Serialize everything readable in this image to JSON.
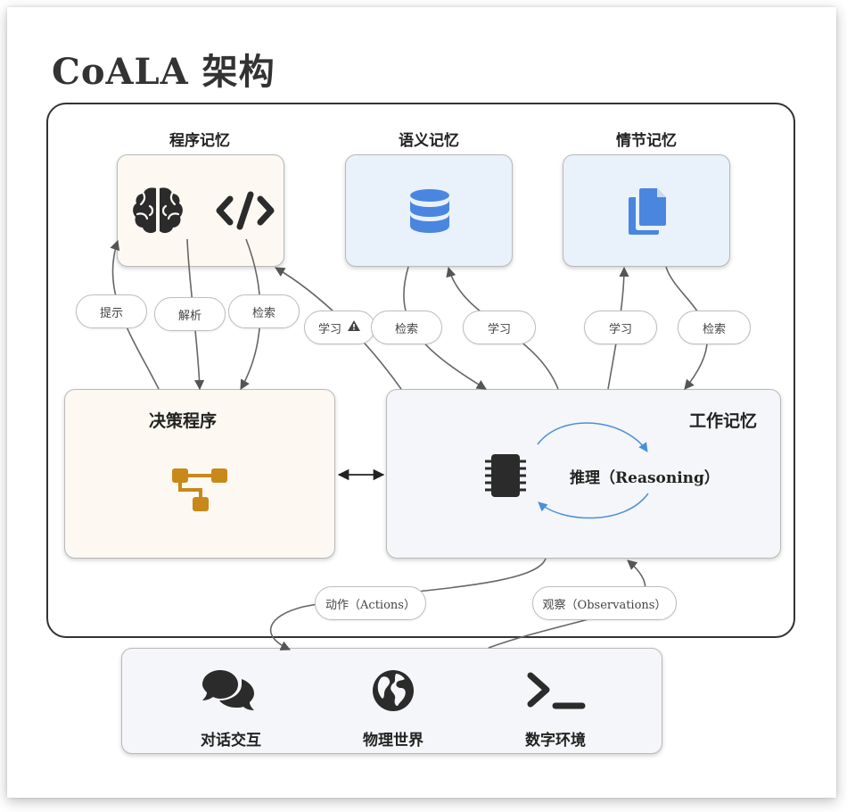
{
  "title": "CoALA 架构",
  "memories": {
    "procedural": {
      "label": "程序记忆",
      "icons": [
        "brain-icon",
        "code-icon"
      ]
    },
    "semantic": {
      "label": "语义记忆",
      "icon": "database-icon"
    },
    "episodic": {
      "label": "情节记忆",
      "icon": "copy-icon"
    }
  },
  "decision": {
    "label": "决策程序",
    "icon": "sitemap-icon"
  },
  "working": {
    "label": "工作记忆",
    "reasoning": "推理（Reasoning）",
    "icon": "microchip-icon"
  },
  "edges": {
    "prompt": "提示",
    "parse": "解析",
    "retrieve_proc": "检索",
    "learn_proc": "学习",
    "retrieve_sem": "检索",
    "learn_sem": "学习",
    "learn_epi": "学习",
    "retrieve_epi": "检索",
    "actions": "动作（Actions）",
    "observations": "观察（Observations）"
  },
  "environment": [
    {
      "label": "对话交互",
      "icon": "comments-icon"
    },
    {
      "label": "物理世界",
      "icon": "globe-icon"
    },
    {
      "label": "数字环境",
      "icon": "terminal-icon"
    }
  ],
  "colors": {
    "blue_icon": "#4a86e0",
    "gold_icon": "#c9881a",
    "dark_icon": "#2b2b2b",
    "cycle_arrow": "#4a90d9"
  }
}
